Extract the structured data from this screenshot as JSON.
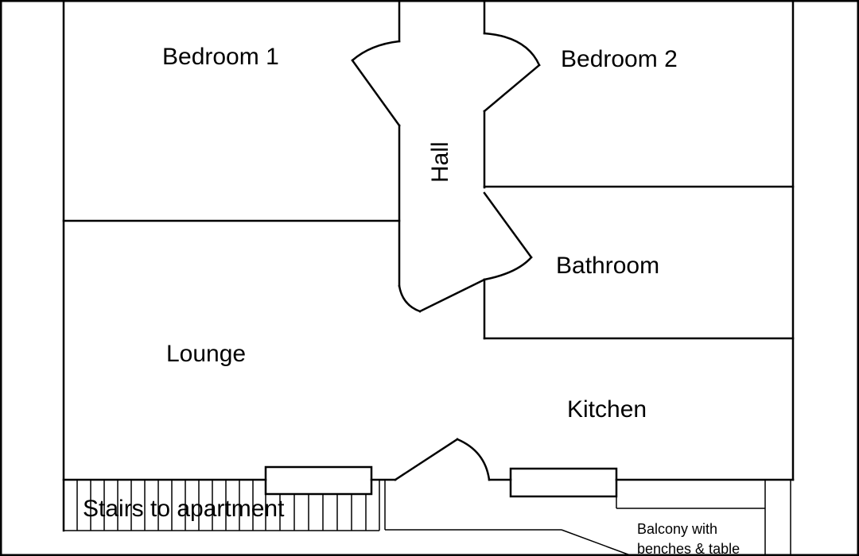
{
  "plan": {
    "rooms": {
      "bedroom1": "Bedroom 1",
      "bedroom2": "Bedroom 2",
      "hall": "Hall",
      "bathroom": "Bathroom",
      "lounge": "Lounge",
      "kitchen": "Kitchen",
      "stairs": "Stairs to apartment",
      "balcony_line1": "Balcony with",
      "balcony_line2": "benches & table"
    },
    "colors": {
      "line": "#000000",
      "background": "#ffffff"
    }
  }
}
